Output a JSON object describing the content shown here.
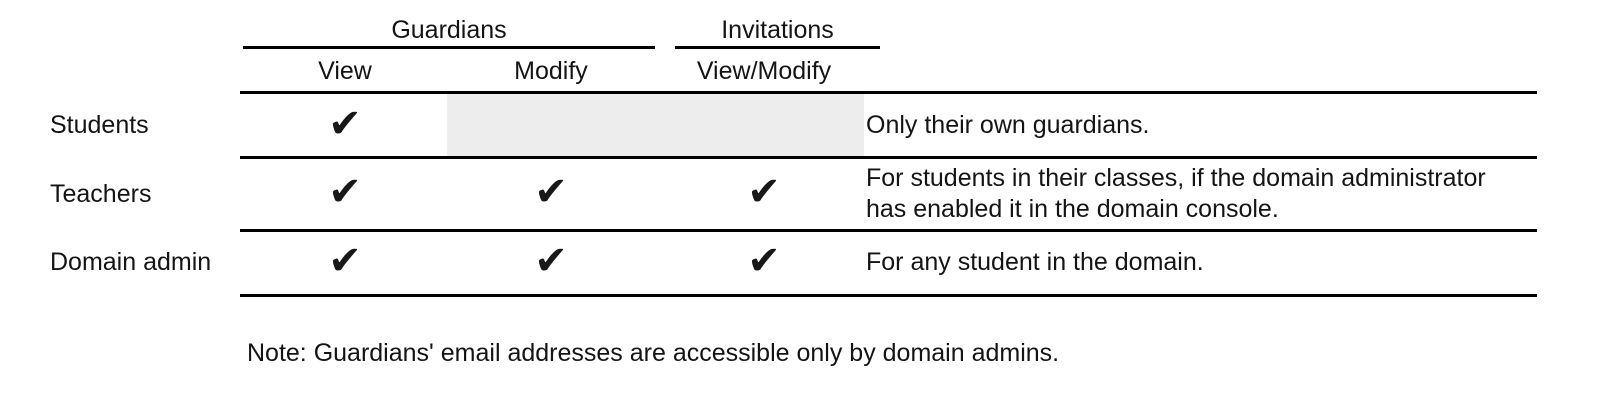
{
  "table": {
    "column_groups": [
      {
        "label": "Guardians",
        "span": 2
      },
      {
        "label": "Invitations",
        "span": 1
      }
    ],
    "columns": [
      {
        "label": "View"
      },
      {
        "label": "Modify"
      },
      {
        "label": "View/Modify"
      }
    ],
    "rows": [
      {
        "label": "Students",
        "view": "✔",
        "modify": "",
        "invite": "",
        "note": "Only their own guardians.",
        "shaded": true
      },
      {
        "label": "Teachers",
        "view": "✔",
        "modify": "✔",
        "invite": "✔",
        "note": "For students in their classes, if the domain administrator has enabled it in the domain console.",
        "shaded": false
      },
      {
        "label": "Domain admin",
        "view": "✔",
        "modify": "✔",
        "invite": "✔",
        "note": "For any student in the domain.",
        "shaded": false
      }
    ],
    "footnote": "Note: Guardians' email addresses are accessible only by domain admins."
  },
  "colors": {
    "rule": "#000000",
    "shade": "#ededed",
    "text": "#141414",
    "check": "#181818"
  }
}
